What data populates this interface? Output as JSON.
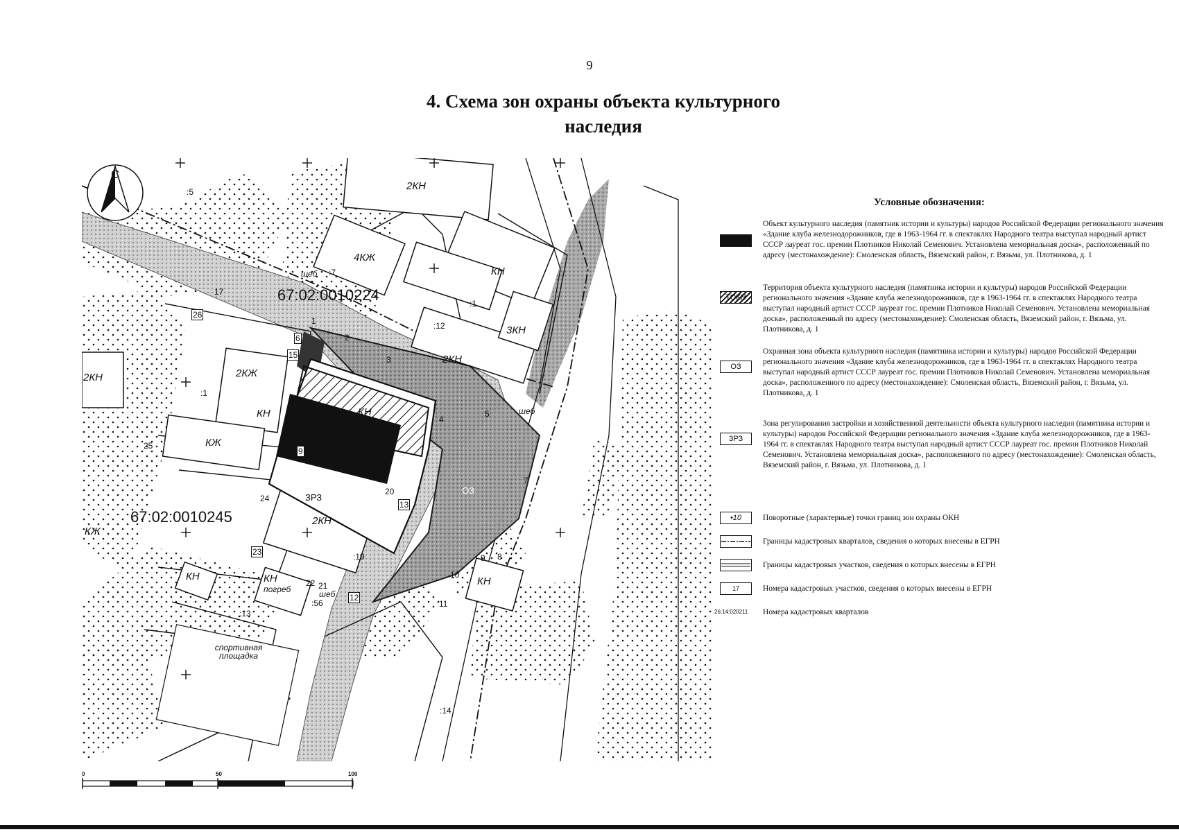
{
  "page_number": "9",
  "title": "4. Схема зон охраны объекта культурного наследия",
  "map": {
    "north_label": "С",
    "cadastral_quarters": [
      "67:02:0010224",
      "67:02:0010245"
    ],
    "building_labels": [
      {
        "id": "b1",
        "text": "2КН"
      },
      {
        "id": "b2",
        "text": "4КЖ"
      },
      {
        "id": "b3",
        "text": "КН"
      },
      {
        "id": "b4",
        "text": "3КН"
      },
      {
        "id": "b5",
        "text": "2КН"
      },
      {
        "id": "b6",
        "text": "2КЖ"
      },
      {
        "id": "b7",
        "text": "КН"
      },
      {
        "id": "b8",
        "text": "КЖ"
      },
      {
        "id": "b9",
        "text": "КН"
      },
      {
        "id": "b10",
        "text": "2КН"
      },
      {
        "id": "b11",
        "text": "КН"
      },
      {
        "id": "b12",
        "text": "КН"
      },
      {
        "id": "b13",
        "text": "КН"
      },
      {
        "id": "b14",
        "text": "2КН"
      },
      {
        "id": "b15",
        "text": "КЖ"
      },
      {
        "id": "b16",
        "text": "погреб"
      },
      {
        "id": "b17",
        "text": "шеб"
      },
      {
        "id": "b18",
        "text": "шеб"
      },
      {
        "id": "b19",
        "text": "шеб"
      },
      {
        "id": "b20",
        "text": "спортивная площадка"
      }
    ],
    "zone_labels": [
      {
        "id": "z1",
        "text": "ОКН"
      },
      {
        "id": "z2",
        "text": "ЗРЗ"
      },
      {
        "id": "z3",
        "text": "ОЗ"
      }
    ],
    "parcel_numbers": [
      ":5",
      ":7",
      ":1",
      ":12",
      ":1",
      ":19",
      ":13",
      ":14",
      ":56"
    ],
    "turning_points": [
      "1",
      "2",
      "3",
      "4",
      "5",
      "6",
      "7",
      "8",
      "9",
      "10",
      "11",
      "12",
      "13",
      "15",
      "17",
      "20",
      "21",
      "22",
      "23",
      "24",
      "25",
      "26",
      "9"
    ]
  },
  "legend": {
    "title": "Условные обозначения:",
    "items": [
      {
        "swatch": "",
        "text": "Объект культурного наследия (памятник истории и культуры) народов Российской Федерации регионального значения «Здание клуба железнодорожников, где в 1963-1964 гг. в спектаклях Народного театра выступал народный артист СССР лауреат гос. премии Плотников Николай Семенович. Установлена мемориальная доска», расположенный по адресу (местонахождение): Смоленская область, Вяземский район, г. Вязьма, ул. Плотникова, д. 1"
      },
      {
        "swatch": "ТОКН",
        "text": "Территория объекта культурного наследия (памятника истории и культуры) народов Российской Федерации регионального значения «Здание клуба железнодорожников, где в 1963-1964 гг. в спектаклях Народного театра выступал народный артист СССР лауреат гос. премии Плотников Николай Семенович. Установлена мемориальная доска», расположенный по адресу (местонахождение): Смоленская область, Вяземский район, г. Вязьма, ул. Плотникова, д. 1"
      },
      {
        "swatch": "ОЗ",
        "text": "Охранная зона объекта культурного наследия (памятника истории и культуры) народов Российской Федерации регионального значения «Здание клуба железнодорожников, где в 1963-1964 гг. в спектаклях Народного театра выступал народный артист СССР лауреат гос. премии Плотников Николай Семенович. Установлена мемориальная доска», расположенного по адресу (местонахождение): Смоленская область, Вяземский район, г. Вязьма, ул. Плотникова, д. 1"
      },
      {
        "swatch": "ЗРЗ",
        "text": "Зона регулирования застройки и хозяйственной деятельности объекта культурного наследия (памятника истории и культуры) народов Российской Федерации регионального значения «Здание клуба железнодорожников, где в 1963-1964 гг. в спектаклях Народного театра выступал народный артист СССР лауреат гос. премии Плотников Николай Семенович. Установлена мемориальная доска», расположенного по адресу (местонахождение): Смоленская область, Вяземский район, г. Вязьма, ул. Плотникова, д. 1"
      },
      {
        "swatch": "•10",
        "text": "Поворотные (характерные) точки границ зон охраны ОКН"
      },
      {
        "swatch": "",
        "text": "Границы кадастровых кварталов, сведения о которых внесены в ЕГРН"
      },
      {
        "swatch": "",
        "text": "Границы кадастровых участков, сведения о которых внесены в ЕГРН"
      },
      {
        "swatch": "17",
        "text": "Номера кадастровых участков, сведения о которых внесены в ЕГРН"
      },
      {
        "swatch": "26:14:020211",
        "text": "Номера кадастровых кварталов"
      }
    ]
  },
  "scale": {
    "ticks": [
      "0",
      "50",
      "100"
    ]
  }
}
